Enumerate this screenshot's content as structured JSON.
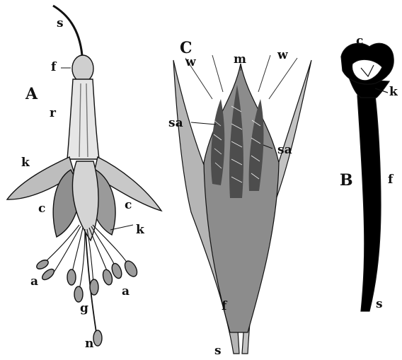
{
  "colors": {
    "ink": "#111111",
    "paper": "#ffffff",
    "shade": "#8a8a8a",
    "light": "#d8d8d8"
  },
  "figure_a": {
    "title": "A",
    "labels": {
      "s": "s",
      "f": "f",
      "r": "r",
      "k_left": "k",
      "c_left": "c",
      "c_right": "c",
      "k_right": "k",
      "a_left": "a",
      "a_right": "a",
      "g": "g",
      "n": "n"
    }
  },
  "figure_c": {
    "title": "C",
    "labels": {
      "w_left": "w",
      "m": "m",
      "w_right": "w",
      "sa_left": "sa",
      "sa_right": "sa",
      "f": "f",
      "s": "s"
    }
  },
  "figure_b": {
    "title": "B",
    "labels": {
      "c": "c",
      "k": "k",
      "f": "f",
      "s": "s"
    }
  }
}
